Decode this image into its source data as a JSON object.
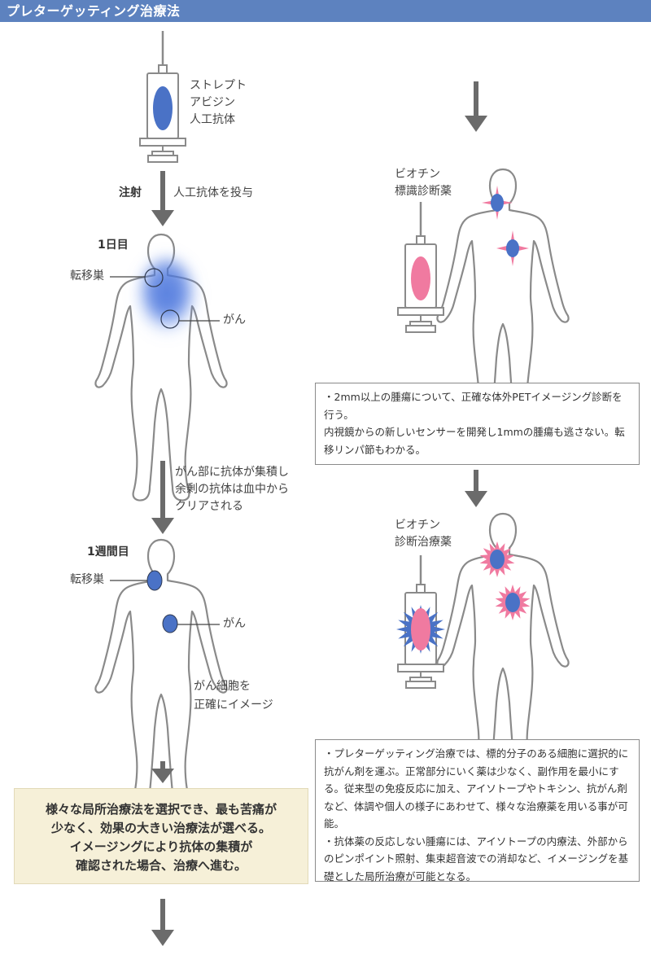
{
  "header": {
    "title": "プレターゲッティング治療法"
  },
  "left": {
    "syringe_label": [
      "ストレプト",
      "アビジン",
      "人工抗体"
    ],
    "injection_label": "注射",
    "injection_desc": "人工抗体を投与",
    "day1": {
      "title": "1日目",
      "metastasis_label": "転移巣",
      "cancer_label": "がん"
    },
    "step2_desc": [
      "がん部に抗体が集積し",
      "余剰の抗体は血中から",
      "クリアされる"
    ],
    "week1": {
      "title": "1週間目",
      "metastasis_label": "転移巣",
      "cancer_label": "がん",
      "imaging_desc": [
        "がん細胞を",
        "正確にイメージ"
      ]
    },
    "conclusion": [
      "様々な局所治療法を選択でき、最も苦痛が",
      "少なく、効果の大きい治療法が選べる。",
      "イメージングにより抗体の集積が",
      "確認された場合、治療へ進む。"
    ]
  },
  "right": {
    "diagnosis": {
      "drug_label": [
        "ビオチン",
        "標識診断薬"
      ],
      "box_text": [
        "・2mm以上の腫瘍について、正確な体外PETイメージング診断を行う。",
        "内視鏡からの新しいセンサーを開発し1mmの腫瘍も逃さない。転移リンパ節もわかる。"
      ]
    },
    "therapy": {
      "drug_label": [
        "ビオチン",
        "診断治療薬"
      ],
      "box_text": [
        "・プレターゲッティング治療では、標的分子のある細胞に選択的に抗がん剤を運ぶ。正常部分にいく薬は少なく、副作用を最小にする。従来型の免疫反応に加え、アイソトープやトキシン、抗がん剤など、体調や個人の様子にあわせて、様々な治療薬を用いる事が可能。",
        "・抗体薬の反応しない腫瘍には、アイソトープの内療法、外部からのピンポイント照射、集束超音波での消却など、イメージングを基礎とした局所治療が可能となる。"
      ]
    }
  },
  "colors": {
    "header": "#5d82bf",
    "antibody_blue": "#4a72c6",
    "drug_pink": "#f07aa0",
    "outline": "#8a8a8a",
    "arrow": "#6b6b6b",
    "conclusion_bg": "#f6f0d8"
  }
}
